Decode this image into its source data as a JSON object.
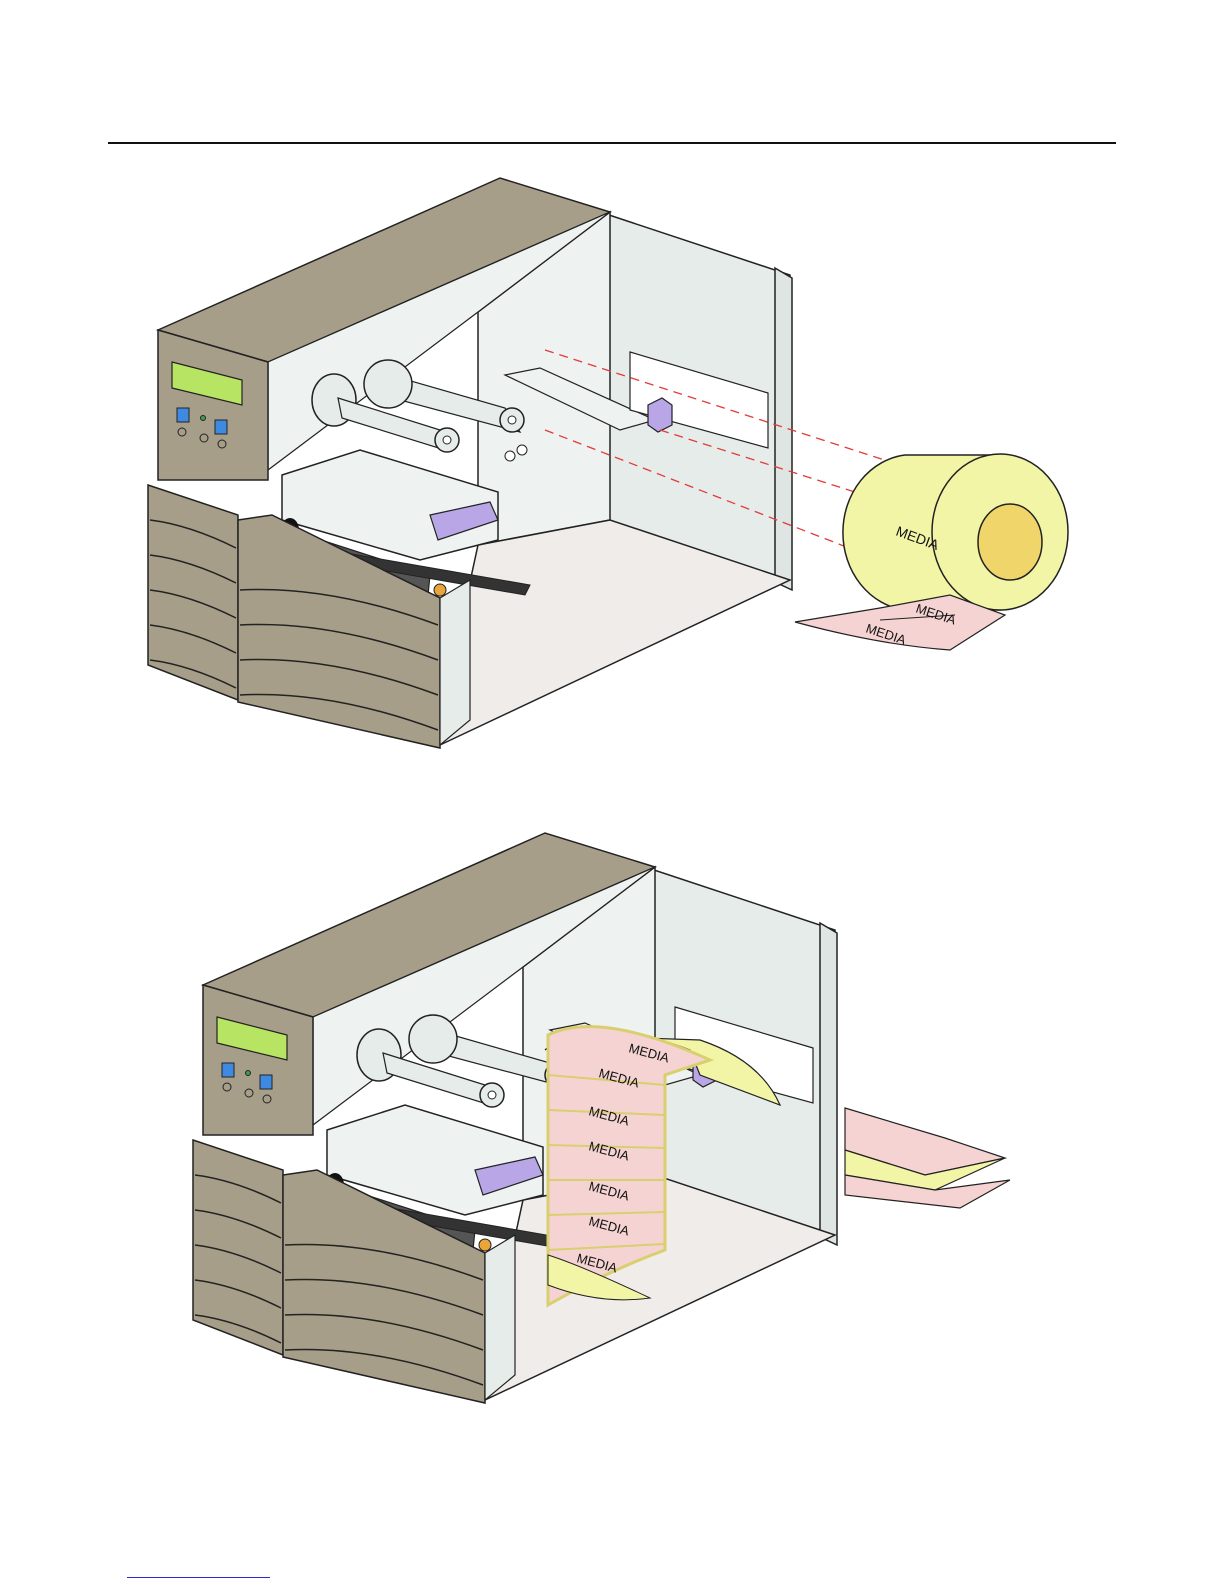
{
  "colors": {
    "housing": "#a79e89",
    "housing_dark": "#8d846f",
    "interior": "#e6ecea",
    "floor": "#efecea",
    "lcd": "#b8e463",
    "button": "#3d8ae0",
    "media_yellow": "#f2f5a6",
    "media_pink": "#f5d3d3",
    "guide_purple": "#b8a6e6",
    "dashed_red": "#e23b3b",
    "roller_dark": "#555555"
  },
  "icons": [
    "printer-illustration",
    "media-roll-icon",
    "media-guide-icon"
  ],
  "figure1": {
    "roll_label": "MEDIA",
    "strip_labels": [
      "MEDIA",
      "MEDIA"
    ]
  },
  "figure2": {
    "label_stack": [
      "MEDIA",
      "MEDIA",
      "MEDIA",
      "MEDIA",
      "MEDIA",
      "MEDIA",
      "MEDIA"
    ]
  }
}
